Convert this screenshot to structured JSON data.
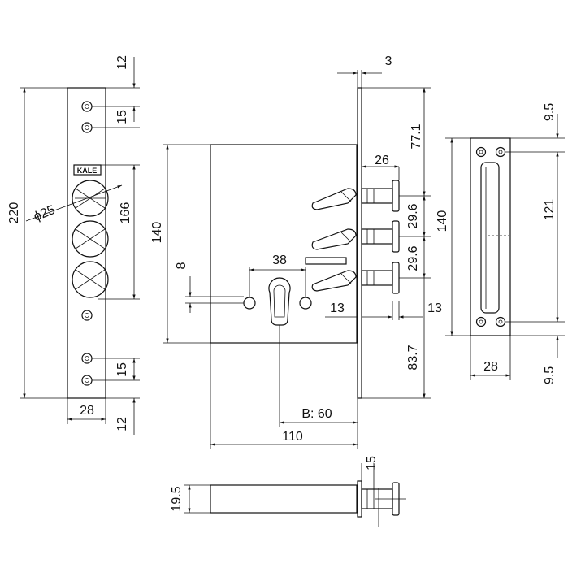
{
  "dimensions": {
    "faceplate_top_margin": "12",
    "faceplate_hole_spacing_top": "15",
    "faceplate_total_height": "220",
    "faceplate_cylinder_span": "166",
    "faceplate_hole_diameter": "ϕ25",
    "faceplate_hole_spacing_bottom": "15",
    "faceplate_width": "28",
    "faceplate_bottom_margin": "12",
    "plate_thickness": "3",
    "bolt_protrusion": "26",
    "bolt_top_offset": "77.1",
    "bolt_spacing_1": "29.6",
    "bolt_spacing_2": "29.6",
    "case_height": "140",
    "cam_height": "8",
    "cylinder_screw_spacing": "38",
    "bolt_head_13_left": "13",
    "bolt_head_13_right": "13",
    "bolt_bottom_offset": "83.7",
    "backset": "B: 60",
    "case_depth": "110",
    "strike_top_margin": "9.5",
    "strike_hole_span": "121",
    "strike_height": "140",
    "strike_bottom_margin": "9.5",
    "strike_width": "28",
    "bottom_view_height": "19.5",
    "bottom_view_bolt_width": "15"
  },
  "logo": {
    "text": "KALE"
  }
}
